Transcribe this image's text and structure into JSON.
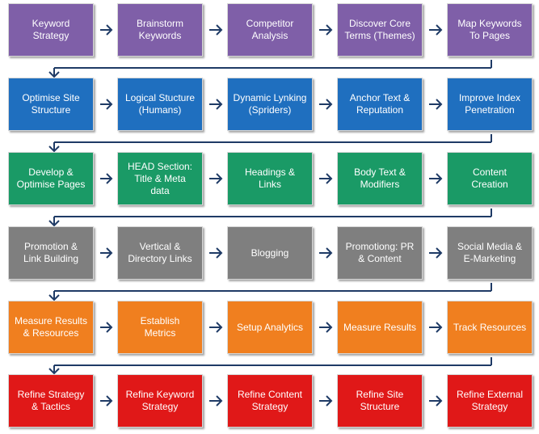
{
  "colors": {
    "arrow": "#1f3b66",
    "rows": [
      "#7f5fa8",
      "#1f6fbf",
      "#1a9a66",
      "#7f7f7f",
      "#f07f1f",
      "#e01818"
    ]
  },
  "rows": [
    {
      "steps": [
        "Keyword\nStrategy",
        "Brainstorm\nKeywords",
        "Competitor\nAnalysis",
        "Discover Core\nTerms (Themes)",
        "Map Keywords\nTo Pages"
      ]
    },
    {
      "steps": [
        "Optimise Site\nStructure",
        "Logical Stucture\n(Humans)",
        "Dynamic Lynking\n(Spriders)",
        "Anchor Text &\nReputation",
        "Improve Index\nPenetration"
      ]
    },
    {
      "steps": [
        "Develop &\nOptimise Pages",
        "HEAD Section:\nTitle & Meta\ndata",
        "Headings &\nLinks",
        "Body Text &\nModifiers",
        "Content\nCreation"
      ]
    },
    {
      "steps": [
        "Promotion &\nLink Building",
        "Vertical &\nDirectory Links",
        "Blogging",
        "Promotiong: PR\n& Content",
        "Social Media &\nE-Marketing"
      ]
    },
    {
      "steps": [
        "Measure Results\n& Resources",
        "Establish\nMetrics",
        "Setup Analytics",
        "Measure Results",
        "Track Resources"
      ]
    },
    {
      "steps": [
        "Refine Strategy\n& Tactics",
        "Refine Keyword\nStrategy",
        "Refine Content\nStrategy",
        "Refine Site\nStructure",
        "Refine External\nStrategy"
      ]
    }
  ]
}
